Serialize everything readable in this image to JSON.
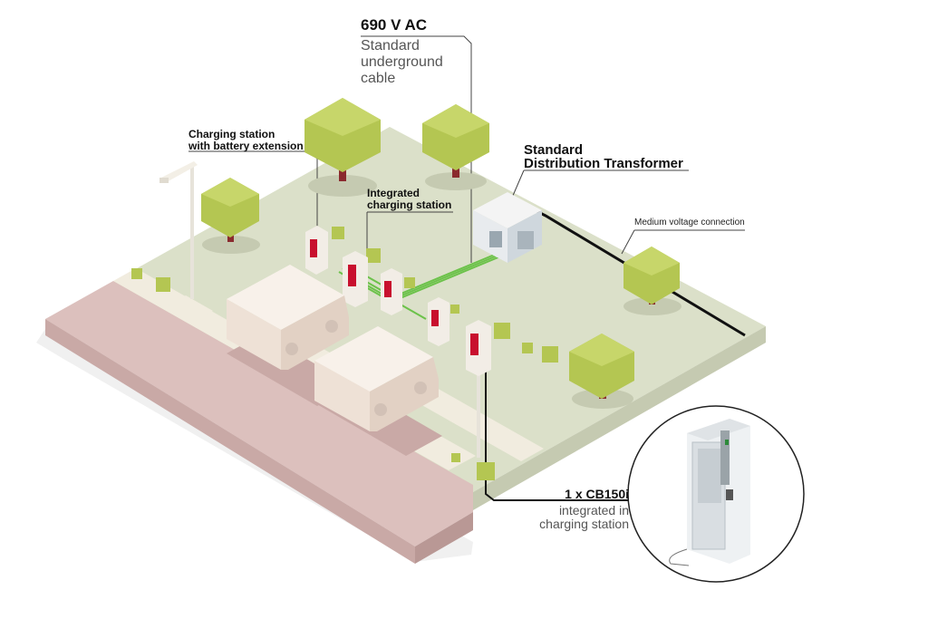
{
  "labels": {
    "voltage_title": "690 V AC",
    "voltage_subtitle": "Standard\nunderground\ncable",
    "charging_station_battery": "Charging station\nwith battery extension",
    "integrated_charging_station": "Integrated\ncharging station",
    "transformer": "Standard\nDistribution Transformer",
    "medium_voltage": "Medium voltage connection",
    "cb_title": "1 x CB150i",
    "cb_subtitle": "integrated in\ncharging station"
  },
  "colors": {
    "grass": "#dbe0c9",
    "grass_side": "#c5cab1",
    "asphalt": "#dcc0bd",
    "asphalt_side": "#c9a9a6",
    "sidewalk": "#f1ecdf",
    "tree_canopy": "#b4c652",
    "tree_trunk": "#8a2a2e",
    "cable_green": "#6cc24a",
    "cable_black": "#111111",
    "station_red": "#c8102e"
  },
  "icons": [
    "tree-icon",
    "bush-icon",
    "van-icon",
    "charging-station-icon",
    "transformer-icon",
    "street-lamp-icon",
    "cabinet-icon"
  ]
}
